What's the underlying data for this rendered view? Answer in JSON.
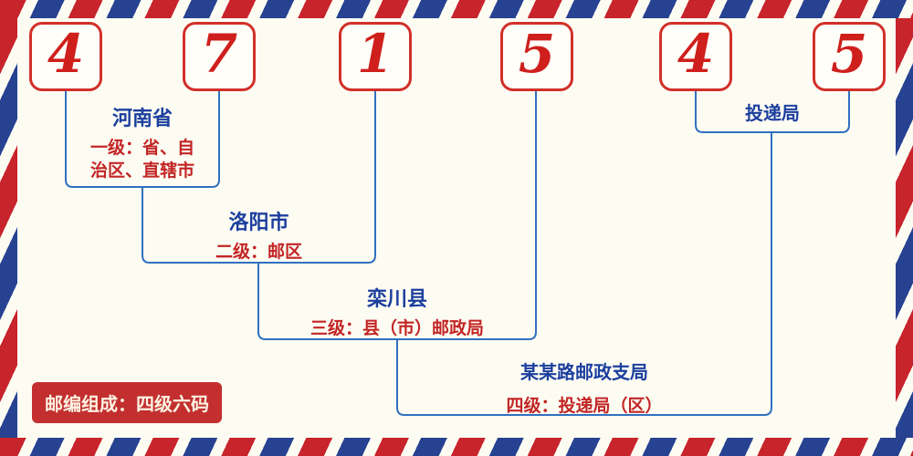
{
  "postal_code": {
    "digits": [
      "4",
      "7",
      "1",
      "5",
      "4",
      "5"
    ]
  },
  "annotations": {
    "province": {
      "name": "河南省",
      "desc_line1": "一级：省、自",
      "desc_line2": "治区、直辖市"
    },
    "city": {
      "name": "洛阳市",
      "desc": "二级：邮区"
    },
    "county": {
      "name": "栾川县",
      "desc": "三级：县（市）邮政局"
    },
    "branch": {
      "name": "某某路邮政支局",
      "desc": "四级：投递局（区）"
    },
    "delivery": {
      "name": "投递局"
    }
  },
  "footer": {
    "composition": "邮编组成：四级六码"
  },
  "colors": {
    "digit_red": "#cf1f1c",
    "box_border_red": "#d1302a",
    "label_blue": "#1c3f9e",
    "desc_red": "#c22525",
    "line_blue": "#3070c0",
    "badge_bg": "#c32f2f",
    "stripe_red": "#c8242b",
    "stripe_blue": "#274291",
    "background": "#fdfcf3"
  }
}
